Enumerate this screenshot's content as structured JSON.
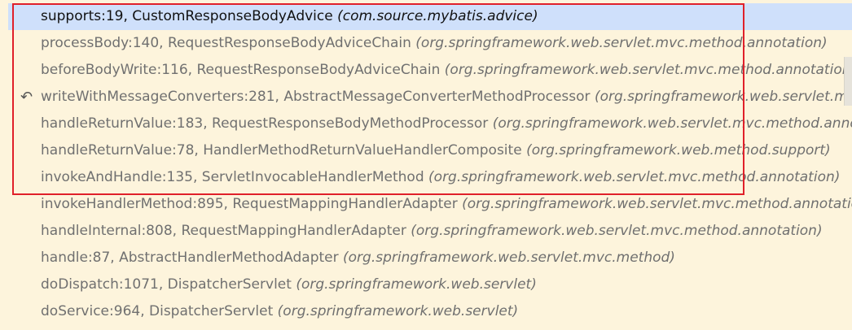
{
  "frames": [
    {
      "method": "supports:19, CustomResponseBodyAdvice ",
      "package": "(com.source.mybatis.advice)",
      "selected": true
    },
    {
      "method": "processBody:140, RequestResponseBodyAdviceChain ",
      "package": "(org.springframework.web.servlet.mvc.method.annotation)"
    },
    {
      "method": "beforeBodyWrite:116, RequestResponseBodyAdviceChain ",
      "package": "(org.springframework.web.servlet.mvc.method.annotation)"
    },
    {
      "method": "writeWithMessageConverters:281, AbstractMessageConverterMethodProcessor ",
      "package": "(org.springframework.web.servlet.mvc.method.annotation)",
      "drop_frame_icon": "drop-frame-icon"
    },
    {
      "method": "handleReturnValue:183, RequestResponseBodyMethodProcessor ",
      "package": "(org.springframework.web.servlet.mvc.method.annotation)"
    },
    {
      "method": "handleReturnValue:78, HandlerMethodReturnValueHandlerComposite ",
      "package": "(org.springframework.web.method.support)"
    },
    {
      "method": "invokeAndHandle:135, ServletInvocableHandlerMethod ",
      "package": "(org.springframework.web.servlet.mvc.method.annotation)"
    },
    {
      "method": "invokeHandlerMethod:895, RequestMappingHandlerAdapter ",
      "package": "(org.springframework.web.servlet.mvc.method.annotation)"
    },
    {
      "method": "handleInternal:808, RequestMappingHandlerAdapter ",
      "package": "(org.springframework.web.servlet.mvc.method.annotation)"
    },
    {
      "method": "handle:87, AbstractHandlerMethodAdapter ",
      "package": "(org.springframework.web.servlet.mvc.method)"
    },
    {
      "method": "doDispatch:1071, DispatcherServlet ",
      "package": "(org.springframework.web.servlet)"
    },
    {
      "method": "doService:964, DispatcherServlet ",
      "package": "(org.springframework.web.servlet)"
    }
  ],
  "colors": {
    "background": "#fdf4dc",
    "selection": "#cfe0fb",
    "highlight_border": "#e0202a"
  }
}
